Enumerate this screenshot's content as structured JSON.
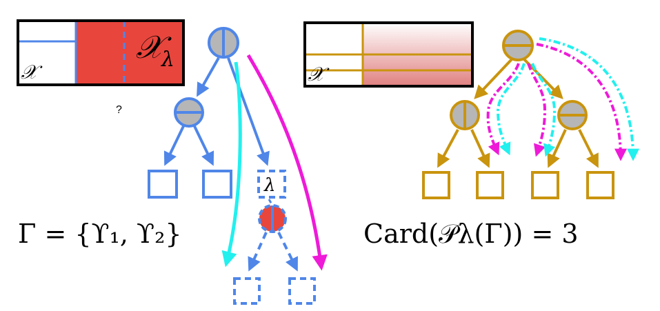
{
  "colors": {
    "blue": "#4f86e8",
    "red": "#e8453c",
    "gold": "#c9940e",
    "cyan": "#22f0ee",
    "magenta": "#ee1ad8",
    "grey": "#b6b6b6",
    "black": "#000000",
    "pink": "#e08080"
  },
  "left_panel": {
    "box_small_label": "𝒳",
    "box_big_label": "𝒳",
    "box_big_subscript": "λ",
    "question_mark": "?",
    "leaf_lambda_label": "λ",
    "formula": "Γ = {ϒ₁, ϒ₂}"
  },
  "right_panel": {
    "box_label": "𝒳",
    "formula": "Card(𝒫λ(Γ)) = 3"
  },
  "icons": {
    "split_node": "horizontal-split-node-icon",
    "vertical_split_node": "vertical-split-node-icon",
    "leaf": "leaf-square-icon"
  }
}
